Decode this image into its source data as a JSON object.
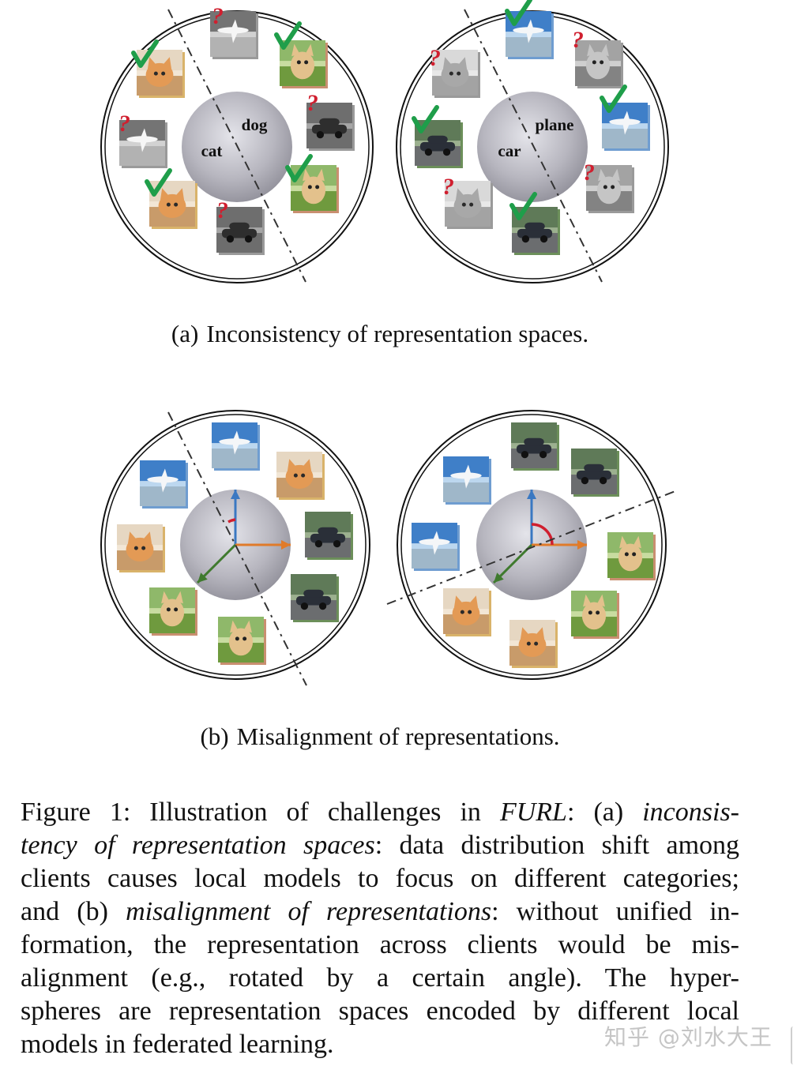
{
  "subfigure_a": {
    "caption_label": "(a)",
    "caption_text": "Inconsistency of representation spaces.",
    "left_sphere": {
      "class_labels": [
        "dog",
        "cat"
      ],
      "images": [
        {
          "subject": "plane",
          "gray": true,
          "mark": "question"
        },
        {
          "subject": "dog",
          "gray": false,
          "mark": "check"
        },
        {
          "subject": "cat",
          "gray": false,
          "mark": "check"
        },
        {
          "subject": "car",
          "gray": true,
          "mark": "question"
        },
        {
          "subject": "plane",
          "gray": true,
          "mark": "question"
        },
        {
          "subject": "dog",
          "gray": false,
          "mark": "check"
        },
        {
          "subject": "cat",
          "gray": false,
          "mark": "check"
        },
        {
          "subject": "car",
          "gray": true,
          "mark": "question"
        }
      ]
    },
    "right_sphere": {
      "class_labels": [
        "plane",
        "car"
      ],
      "images": [
        {
          "subject": "plane",
          "gray": false,
          "mark": "check"
        },
        {
          "subject": "dog",
          "gray": true,
          "mark": "question"
        },
        {
          "subject": "cat",
          "gray": true,
          "mark": "question"
        },
        {
          "subject": "plane",
          "gray": false,
          "mark": "check"
        },
        {
          "subject": "car",
          "gray": false,
          "mark": "check"
        },
        {
          "subject": "dog",
          "gray": true,
          "mark": "question"
        },
        {
          "subject": "cat",
          "gray": true,
          "mark": "question"
        },
        {
          "subject": "car",
          "gray": false,
          "mark": "check"
        }
      ]
    }
  },
  "subfigure_b": {
    "caption_label": "(b)",
    "caption_text": "Misalignment of representations.",
    "left_sphere": {
      "images": [
        "plane",
        "cat",
        "plane",
        "car",
        "cat",
        "car",
        "dog",
        "dog"
      ]
    },
    "right_sphere": {
      "images": [
        "car",
        "plane",
        "car",
        "plane",
        "dog",
        "cat",
        "dog",
        "cat"
      ]
    }
  },
  "caption": {
    "lines": [
      [
        {
          "t": "Figure 1: Illustration of challenges in ",
          "i": false
        },
        {
          "t": "FURL",
          "i": true
        },
        {
          "t": ": (a) ",
          "i": false
        },
        {
          "t": "inconsis-",
          "i": true
        }
      ],
      [
        {
          "t": "tency of representation spaces",
          "i": true
        },
        {
          "t": ": data distribution shift among",
          "i": false
        }
      ],
      [
        {
          "t": "clients causes local models to focus on different categories;",
          "i": false
        }
      ],
      [
        {
          "t": "and (b) ",
          "i": false
        },
        {
          "t": "misalignment of representations",
          "i": true
        },
        {
          "t": ": without unified in-",
          "i": false
        }
      ],
      [
        {
          "t": "formation, the representation across clients would be mis-",
          "i": false
        }
      ],
      [
        {
          "t": "alignment (e.g., rotated by a certain angle). The hyper-",
          "i": false
        }
      ],
      [
        {
          "t": "spheres are representation spaces encoded by different local",
          "i": false
        }
      ],
      [
        {
          "t": "models in federated learning.",
          "i": false
        }
      ]
    ]
  },
  "watermark": {
    "text": "知乎 @刘水大王"
  },
  "colors": {
    "check": "#1f9e4a",
    "question": "#d01f2f",
    "arrow_blue": "#3a78c2",
    "arrow_orange": "#e07b2a",
    "arrow_green": "#3f7a2e",
    "angle_red": "#d01f2f"
  }
}
